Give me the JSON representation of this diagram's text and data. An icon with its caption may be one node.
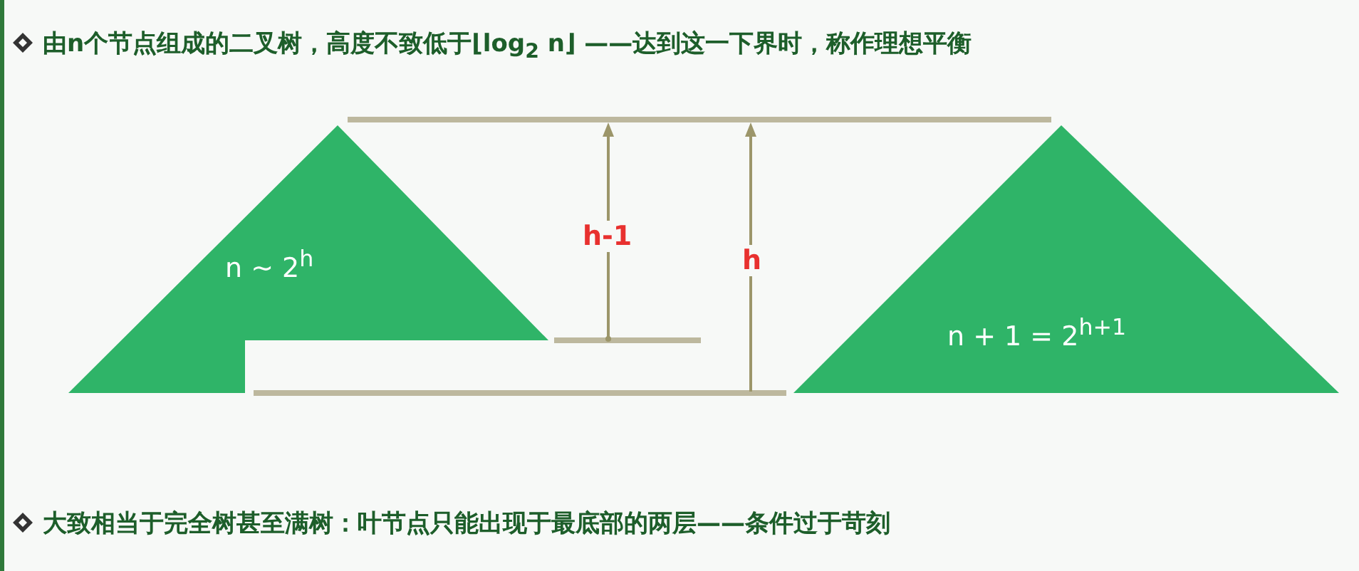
{
  "diagram": {
    "title": "由n个节点组成的二叉树，高度不致低于⌊log$_{2}$ n⌋ ——达到这一下界时，称作理想平衡",
    "caption": "大致相当于完全树甚至满树：叶节点只能出现于最底部的两层——条件过于苛刻",
    "nodes": [
      {
        "text": [
          "n ~ 2$^{h}$"
        ]
      },
      {
        "text": [
          "n + 1 = 2$^{h+1}$"
        ]
      }
    ],
    "edges": [],
    "labels": [
      "h-1",
      "h"
    ]
  }
}
